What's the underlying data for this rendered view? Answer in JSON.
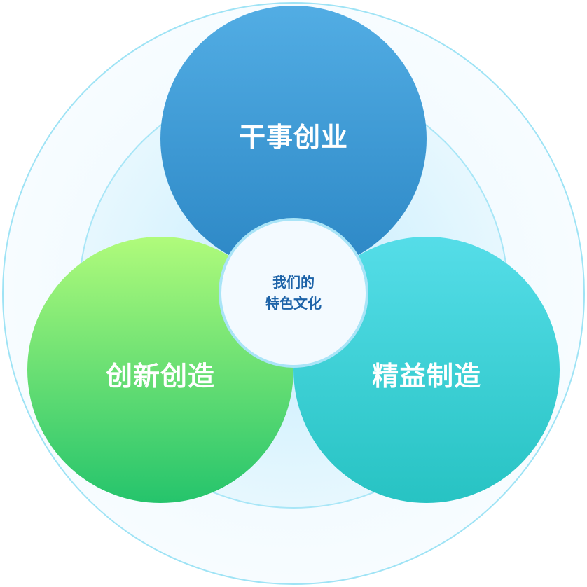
{
  "diagram": {
    "top": "干事创业",
    "left": "创新创造",
    "right": "精益制造",
    "center": {
      "line1": "我们的",
      "line2": "特色文化"
    }
  },
  "colors": {
    "top": "#2c87c5",
    "left": "#25c46c",
    "right": "#27c3c3",
    "center_text": "#1d63a8"
  }
}
